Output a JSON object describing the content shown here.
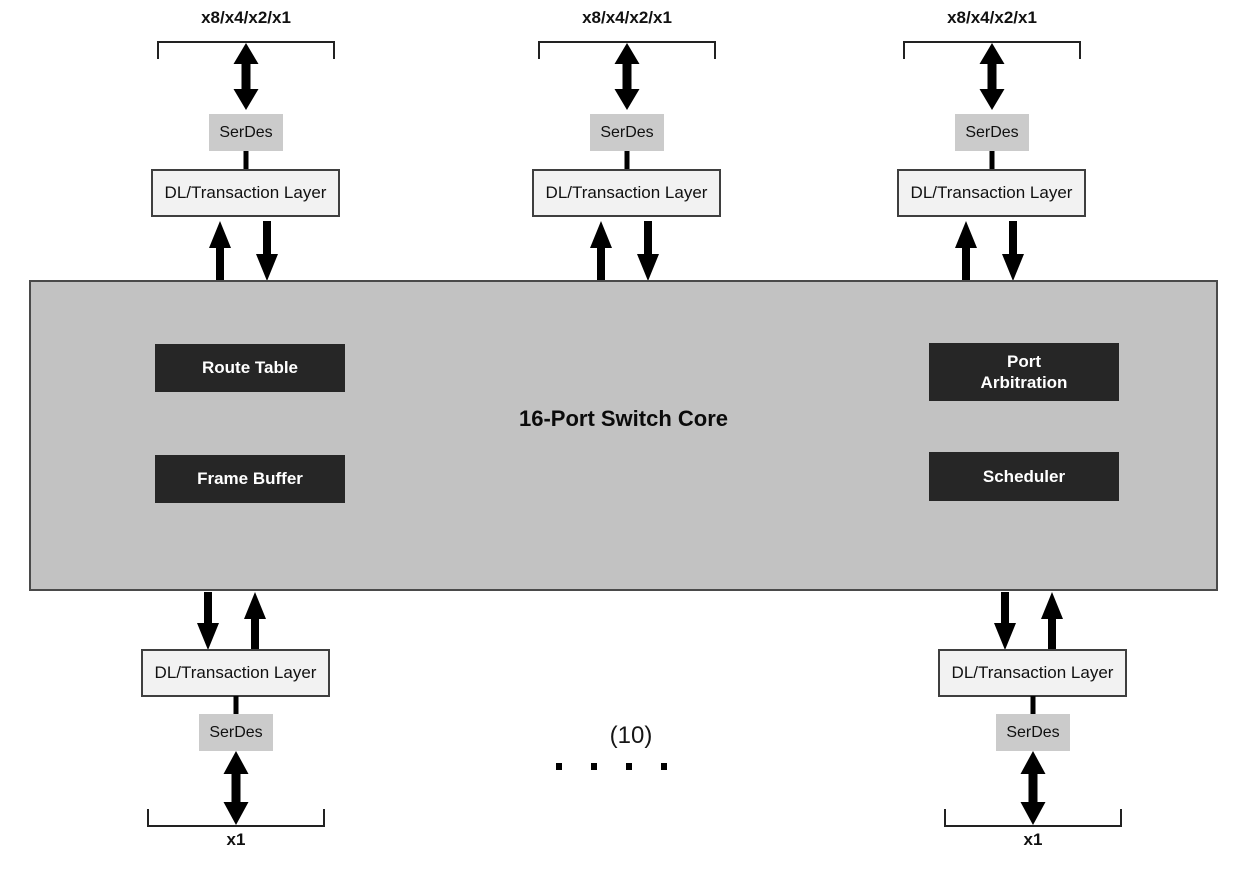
{
  "core": {
    "title": "16-Port Switch Core",
    "route_table": "Route Table",
    "frame_buffer": "Frame Buffer",
    "port_arbitration": "Port\nArbitration",
    "scheduler": "Scheduler"
  },
  "labels": {
    "serdes": "SerDes",
    "dl_layer": "DL/Transaction Layer",
    "top_lanes": "x8/x4/x2/x1",
    "bottom_lanes": "x1",
    "hidden_ports_count": "(10)"
  },
  "colors": {
    "core_fill": "#c2c2c2",
    "serdes_fill": "#cbcbcb",
    "dl_fill": "#f2f2f2",
    "module_fill": "#262626",
    "module_text": "#ffffff",
    "arrow": "#000000"
  }
}
